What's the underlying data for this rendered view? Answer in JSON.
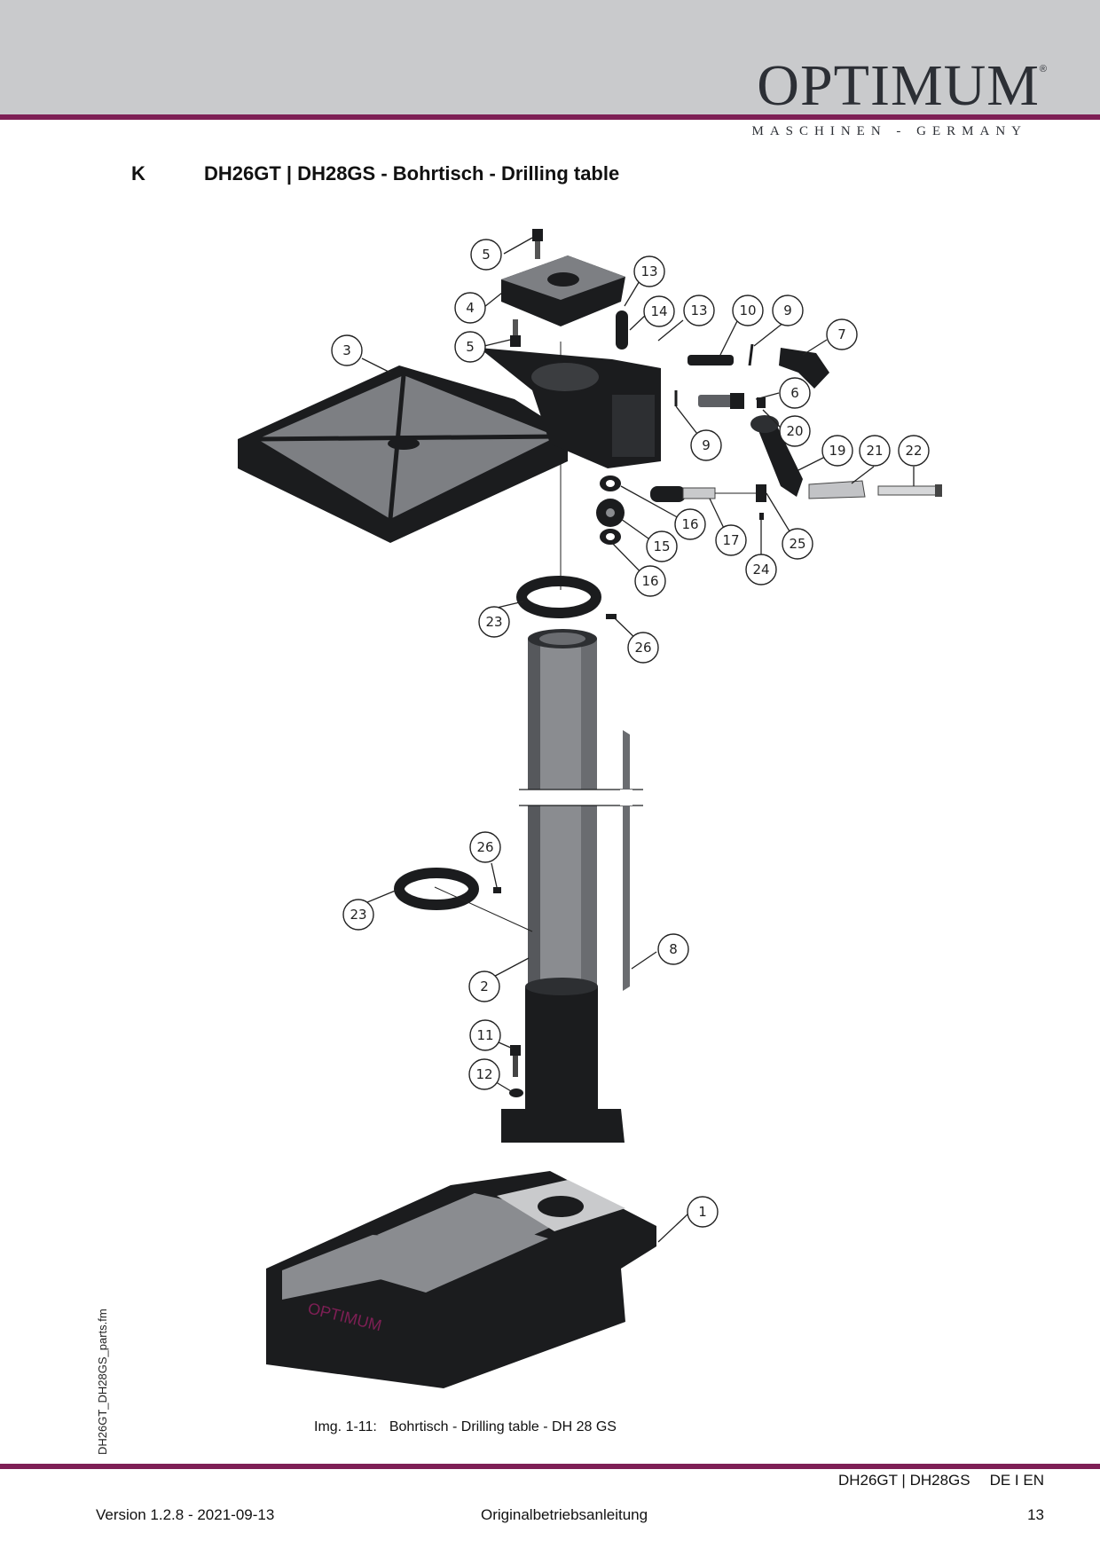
{
  "header": {
    "brand": "OPTIMUM",
    "brand_mark": "®",
    "brand_subtitle": "MASCHINEN - GERMANY"
  },
  "section": {
    "letter": "K",
    "title": "DH26GT | DH28GS - Bohrtisch - Drilling table"
  },
  "side_label": "DH26GT_DH28GS_parts.fm",
  "figure": {
    "caption_number": "Img. 1-11:",
    "caption_text": "Bohrtisch - Drilling table - DH 28 GS",
    "base_logo": "OPTIMUM",
    "callouts": [
      "1",
      "2",
      "3",
      "4",
      "5",
      "5",
      "6",
      "7",
      "8",
      "9",
      "9",
      "10",
      "11",
      "12",
      "13",
      "13",
      "14",
      "15",
      "16",
      "16",
      "17",
      "19",
      "20",
      "21",
      "22",
      "23",
      "23",
      "24",
      "25",
      "26",
      "26"
    ]
  },
  "footer": {
    "model": "DH26GT | DH28GS",
    "languages": "DE I EN",
    "version": "Version 1.2.8 - 2021-09-13",
    "manual": "Originalbetriebsanleitung",
    "page": "13"
  },
  "colors": {
    "accent": "#7e1f55",
    "header_gray": "#c9cacc",
    "part_dark": "#1b1c1e",
    "plate_gray": "#8a8c90"
  }
}
